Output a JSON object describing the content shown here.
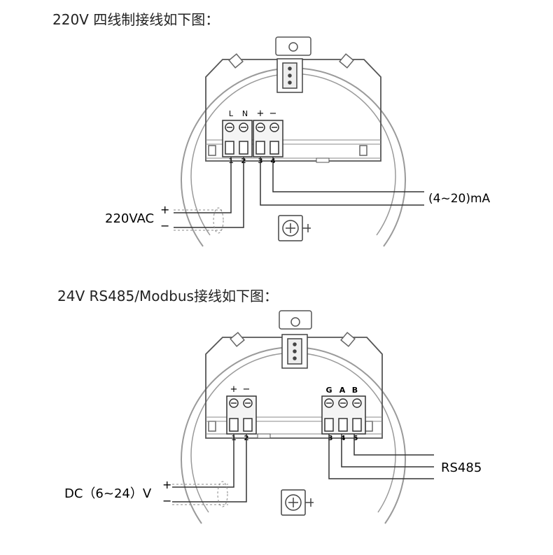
{
  "diagram1": {
    "heading": "220V 四线制接线如下图：",
    "terminal_top_labels": [
      "L",
      "N",
      "+",
      "−"
    ],
    "terminal_numbers": [
      "1",
      "2",
      "3",
      "4"
    ],
    "supply_label": "220VAC",
    "plus_sign": "+",
    "minus_sign": "−",
    "output_label": "(4~20)mA"
  },
  "diagram2": {
    "heading": "24V RS485/Modbus接线如下图：",
    "power_top_labels": [
      "+",
      "−"
    ],
    "power_numbers": [
      "1",
      "2"
    ],
    "bus_top_labels": [
      "G",
      "A",
      "B"
    ],
    "bus_numbers": [
      "3",
      "4",
      "5"
    ],
    "supply_label": "DC（6~24）V",
    "plus_sign": "+",
    "minus_sign": "−",
    "output_label": "RS485"
  },
  "colors": {
    "line": "#333333",
    "housing": "#9a9a9a",
    "terminal_fill": "#f4f4f4"
  }
}
